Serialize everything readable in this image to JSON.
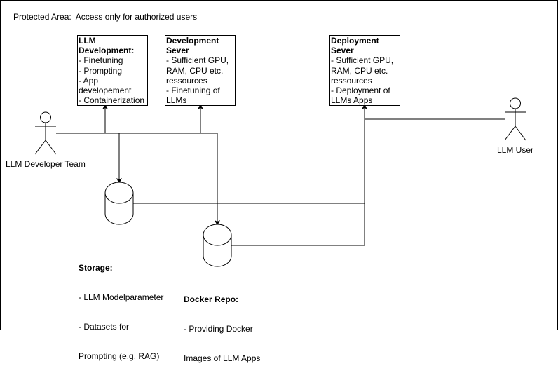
{
  "area": {
    "label": "Protected Area:  Access only for authorized users"
  },
  "boxes": {
    "llm_dev": {
      "title": [
        "LLM",
        "Development:"
      ],
      "lines": [
        "- Finetuning",
        "- Prompting",
        "- App",
        "developement",
        "- Containerization"
      ]
    },
    "dev_server": {
      "title": [
        "Development",
        "Sever"
      ],
      "lines": [
        "- Sufficient GPU,",
        "RAM, CPU etc.",
        "ressources",
        "- Finetuning of",
        "LLMs"
      ]
    },
    "deploy_server": {
      "title": [
        "Deployment",
        "Sever"
      ],
      "lines": [
        "- Sufficient GPU,",
        "RAM, CPU etc.",
        "ressources",
        "- Deployment of",
        "LLMs Apps"
      ]
    }
  },
  "actors": {
    "dev_team": "LLM Developer Team",
    "user": "LLM User"
  },
  "stores": {
    "storage": {
      "title": "Storage:",
      "lines": [
        "- LLM Modelparameter",
        "- Datasets for",
        "Prompting (e.g. RAG)"
      ]
    },
    "docker": {
      "title": "Docker Repo:",
      "lines": [
        "- Providing Docker",
        "Images of LLM Apps"
      ]
    }
  }
}
